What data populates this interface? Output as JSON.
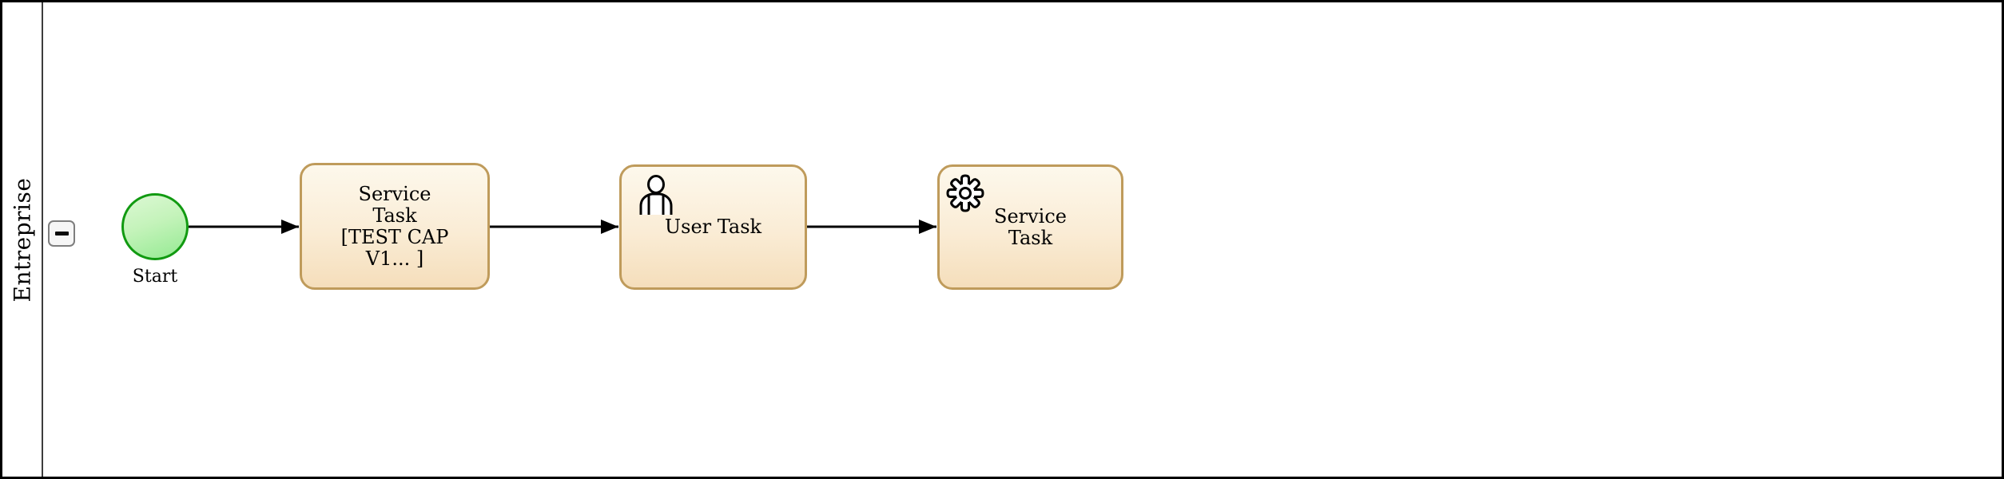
{
  "pool": {
    "name": "Entreprise",
    "collapse_icon": "minus-icon"
  },
  "diagram": {
    "start_label": "Start",
    "tasks": [
      {
        "name": "Service Task [TEST CAP V1... ]",
        "type": "service",
        "icon": "none",
        "lines": [
          "Service",
          "Task",
          "[TEST CAP",
          "V1... ]"
        ]
      },
      {
        "name": "User Task",
        "type": "user",
        "icon": "user-icon",
        "lines": [
          "User Task"
        ]
      },
      {
        "name": "Service Task",
        "type": "service",
        "icon": "gear-icon",
        "lines": [
          "Service",
          "Task"
        ]
      }
    ],
    "connector_count": 3
  },
  "colors": {
    "task_fill_top": "#FDF8EC",
    "task_fill_bottom": "#F5DEBB",
    "task_border": "#BF9B5B",
    "start_fill_top": "#DCF8D4",
    "start_fill_bottom": "#94EA92",
    "start_border": "#119A11",
    "connector": "#000000",
    "pool_border": "#000000"
  }
}
